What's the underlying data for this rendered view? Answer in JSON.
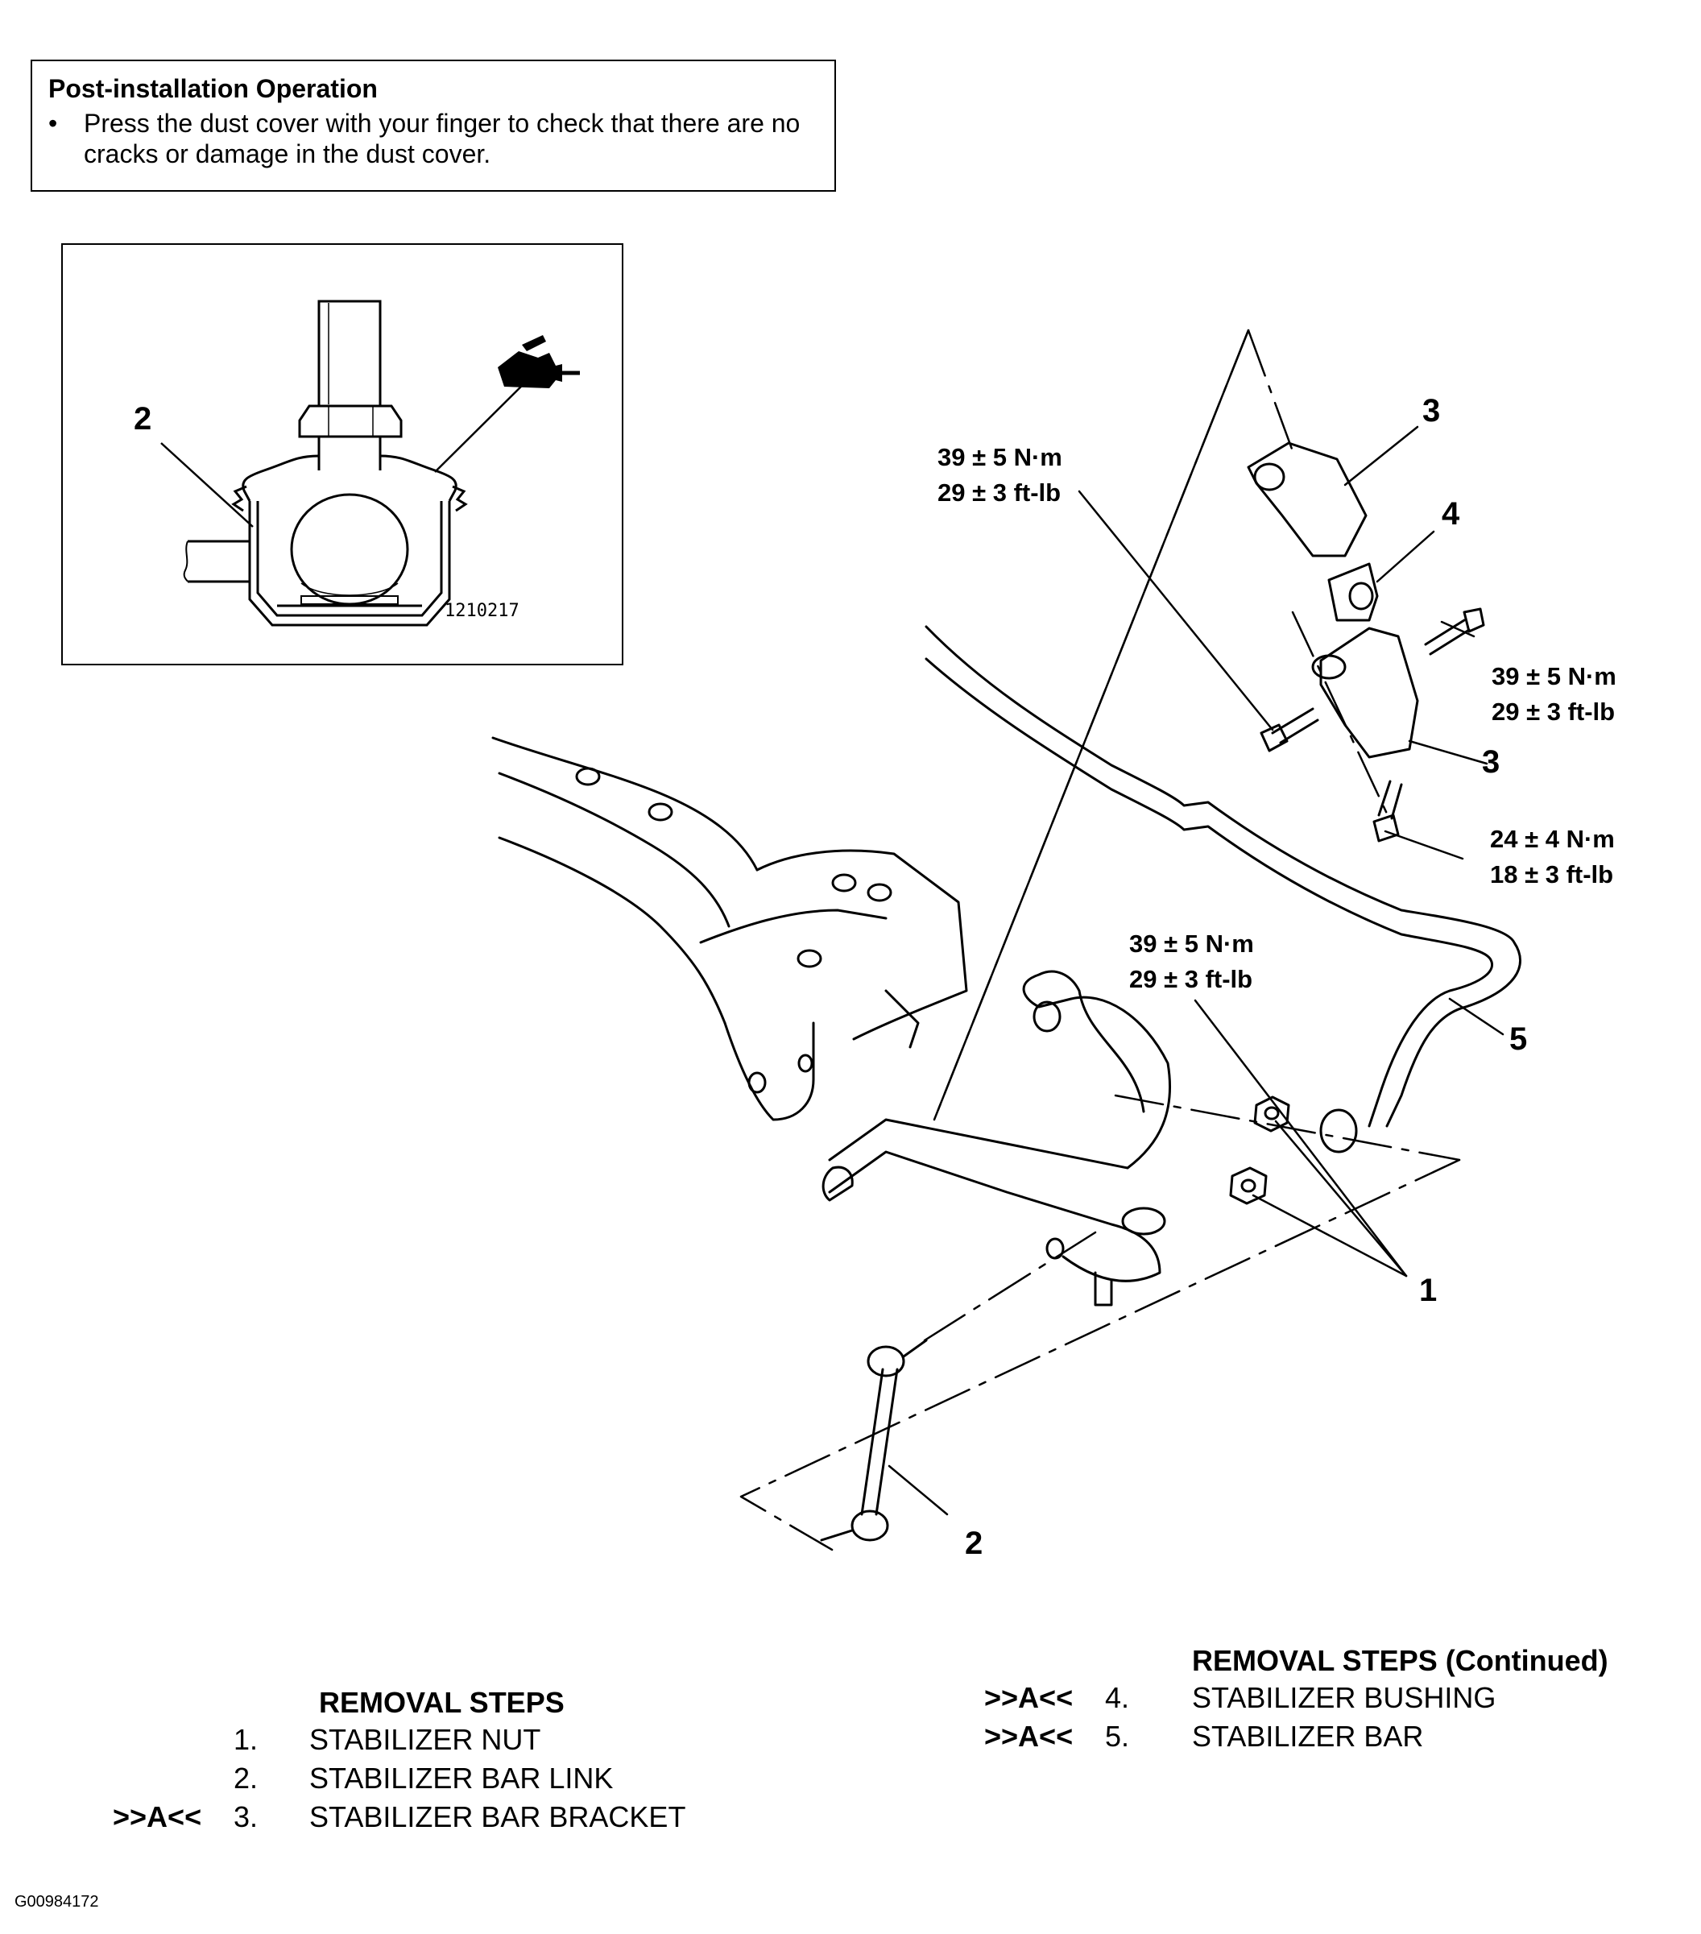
{
  "note": {
    "title": "Post-installation Operation",
    "bullet": "•",
    "text": "Press the dust cover with your finger to check that there are no cracks or damage in the dust cover."
  },
  "inset": {
    "callout": "2",
    "code": "1210217"
  },
  "diagram": {
    "callouts": {
      "c3_top": "3",
      "c4": "4",
      "c3_bottom": "3",
      "c5": "5",
      "c1": "1",
      "c2": "2"
    },
    "specs": {
      "s1_nm": "39 ± 5 N·m",
      "s1_ft": "29 ± 3 ft-lb",
      "s2_nm": "39 ± 5 N·m",
      "s2_ft": "29 ± 3 ft-lb",
      "s3_nm": "24 ± 4 N·m",
      "s3_ft": "18 ± 3 ft-lb",
      "s4_nm": "39 ± 5 N·m",
      "s4_ft": "29 ± 3 ft-lb"
    }
  },
  "removal_left": {
    "heading": "REMOVAL STEPS",
    "steps": [
      {
        "tag": "",
        "num": "1.",
        "label": "STABILIZER NUT"
      },
      {
        "tag": "",
        "num": "2.",
        "label": "STABILIZER BAR LINK"
      },
      {
        "tag": ">>A<<",
        "num": "3.",
        "label": "STABILIZER BAR BRACKET"
      }
    ]
  },
  "removal_right": {
    "heading": "REMOVAL STEPS (Continued)",
    "steps": [
      {
        "tag": ">>A<<",
        "num": "4.",
        "label": "STABILIZER BUSHING"
      },
      {
        "tag": ">>A<<",
        "num": "5.",
        "label": "STABILIZER BAR"
      }
    ]
  },
  "figure_code": "G00984172"
}
